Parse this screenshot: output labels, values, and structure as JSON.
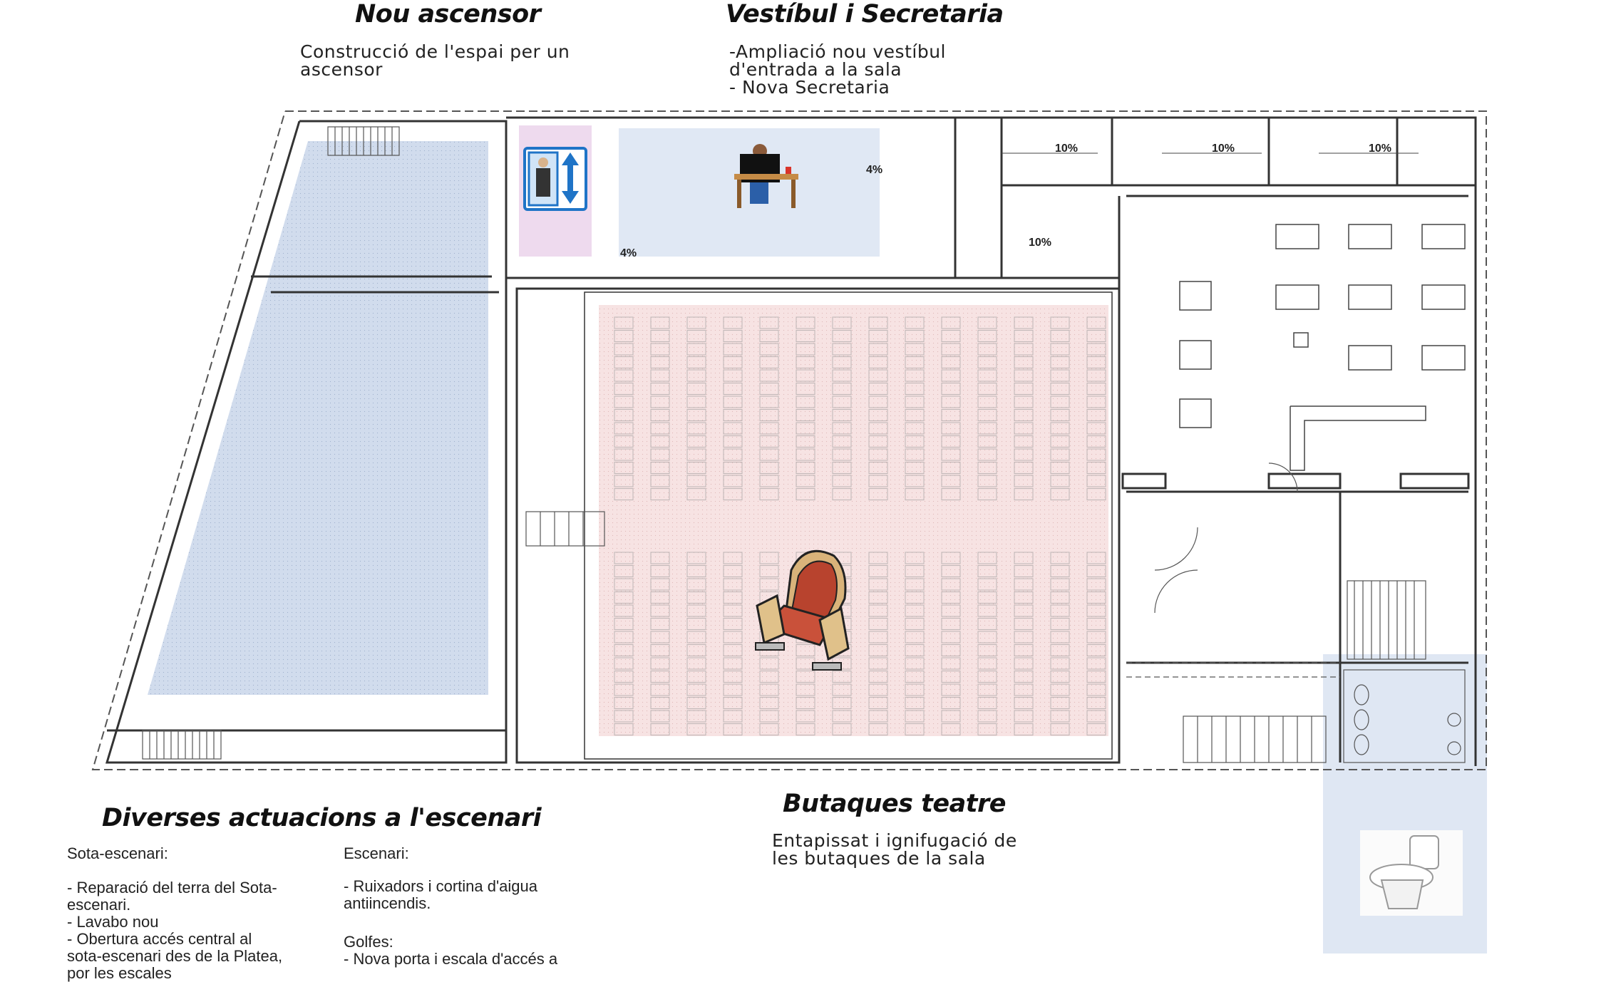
{
  "labels": {
    "nou_ascensor": {
      "title": "Nou ascensor",
      "text": "Construcció de l'espai per un\nascensor"
    },
    "vestibul": {
      "title": "Vestíbul i Secretaria",
      "text": "-Ampliació nou vestíbul\nd'entrada a la sala\n- Nova Secretaria"
    },
    "escenari": {
      "title": "Diverses actuacions a l'escenari",
      "col1": "Sota-escenari:\n\n- Reparació del terra del Sota-\nescenari.\n- Lavabo nou\n- Obertura accés central al\nsota-escenari des de la Platea,\npor les escales",
      "col2_head": "Escenari:",
      "col2_text": "-  Ruixadors i cortina d'aigua\nantiincendis.",
      "col2_head2": "Golfes:",
      "col2_text2": "-  Nova porta i escala d'accés a"
    },
    "butaques": {
      "title": "Butaques teatre",
      "text": "Entapissat i ignifugació de\nles butaques de la sala"
    }
  },
  "plan": {
    "slopes": [
      "10%",
      "10%",
      "10%",
      "10%",
      "4%",
      "4%"
    ]
  },
  "colors": {
    "stage_fill": "#c9d6ea",
    "seating_fill": "#f6dede",
    "elevator_fill": "#ecd6ec",
    "lobby_fill": "#dde5f3",
    "toilet_fill": "#dce4f2",
    "walls": "#333333"
  },
  "icons": [
    "elevator-icon",
    "office-worker-icon",
    "theater-seat-icon",
    "toilet-icon"
  ]
}
